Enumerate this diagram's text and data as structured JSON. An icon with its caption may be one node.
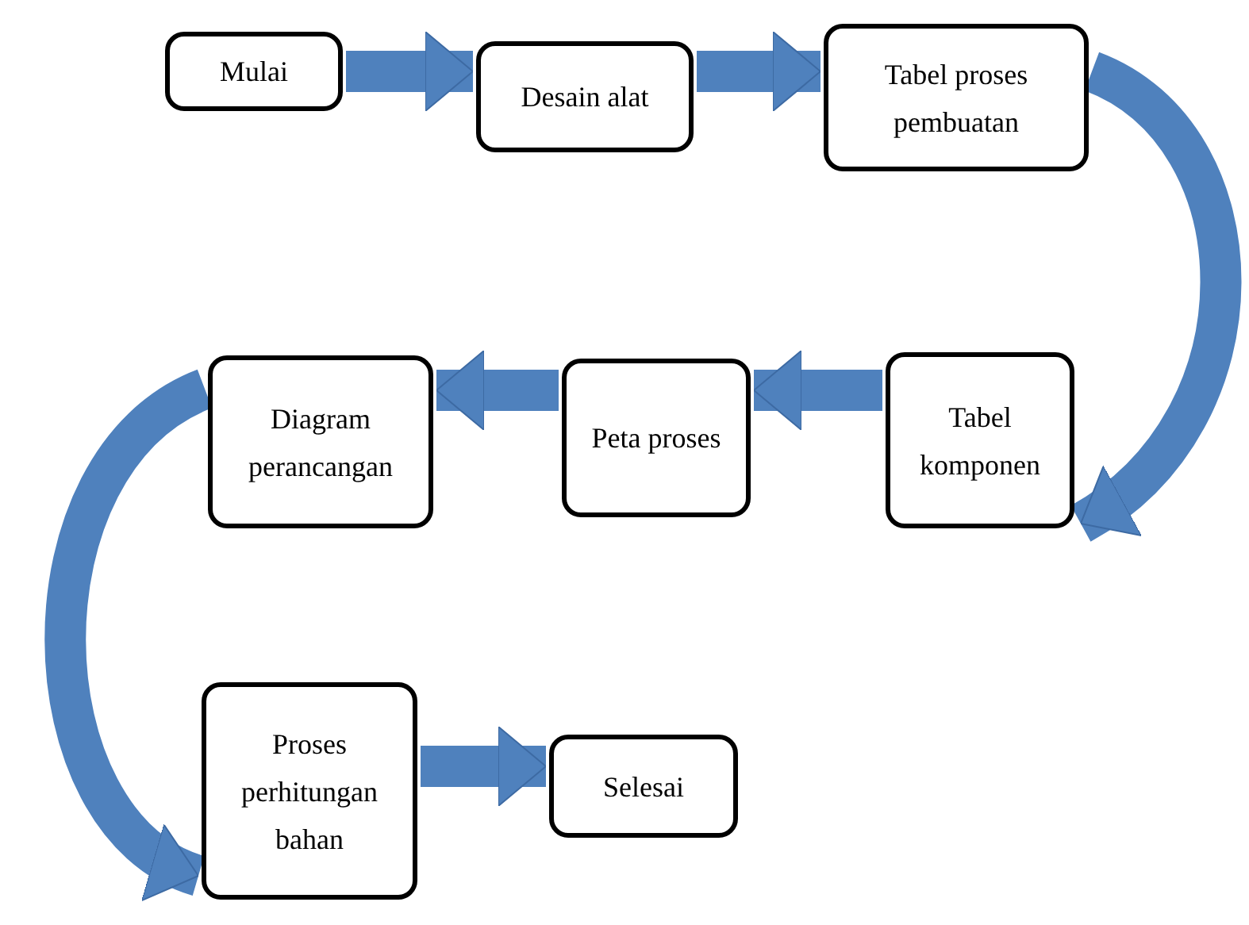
{
  "diagram": {
    "nodes": [
      {
        "text": [
          "Mulai"
        ]
      },
      {
        "text": [
          "Desain alat"
        ]
      },
      {
        "text": [
          "Tabel proses pembuatan"
        ]
      },
      {
        "text": [
          "Tabel komponen"
        ]
      },
      {
        "text": [
          "Peta proses"
        ]
      },
      {
        "text": [
          "Diagram perancangan"
        ]
      },
      {
        "text": [
          "Proses perhitungan bahan"
        ]
      },
      {
        "text": [
          "Selesai"
        ]
      }
    ],
    "edges": [
      {
        "from": 0,
        "to": 1,
        "arrow": "to"
      },
      {
        "from": 1,
        "to": 2,
        "arrow": "to"
      },
      {
        "from": 2,
        "to": 3,
        "arrow": "to"
      },
      {
        "from": 3,
        "to": 4,
        "arrow": "to"
      },
      {
        "from": 4,
        "to": 5,
        "arrow": "to"
      },
      {
        "from": 5,
        "to": 6,
        "arrow": "to"
      },
      {
        "from": 6,
        "to": 7,
        "arrow": "to"
      }
    ]
  }
}
